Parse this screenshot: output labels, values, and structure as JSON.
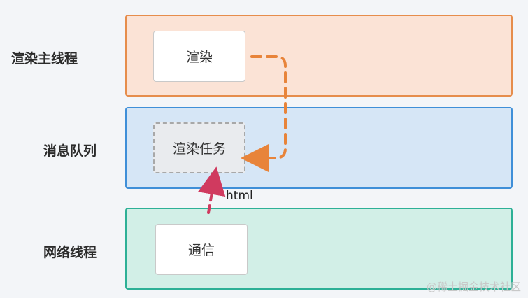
{
  "lanes": [
    {
      "label": "渲染主线程"
    },
    {
      "label": "消息队列"
    },
    {
      "label": "网络线程"
    }
  ],
  "boxes": {
    "render": "渲染",
    "render_task": "渲染任务",
    "network": "通信"
  },
  "arrow_label": "html",
  "watermark": "@稀土掘金技术社区",
  "colors": {
    "render_lane_fill": "#fbe3d6",
    "render_lane_border": "#e68d4c",
    "queue_lane_fill": "#d6e6f6",
    "queue_lane_border": "#3f8fd8",
    "network_lane_fill": "#d2efe7",
    "network_lane_border": "#2db096",
    "render_arrow": "#e8843a",
    "html_arrow": "#d03a5f"
  }
}
